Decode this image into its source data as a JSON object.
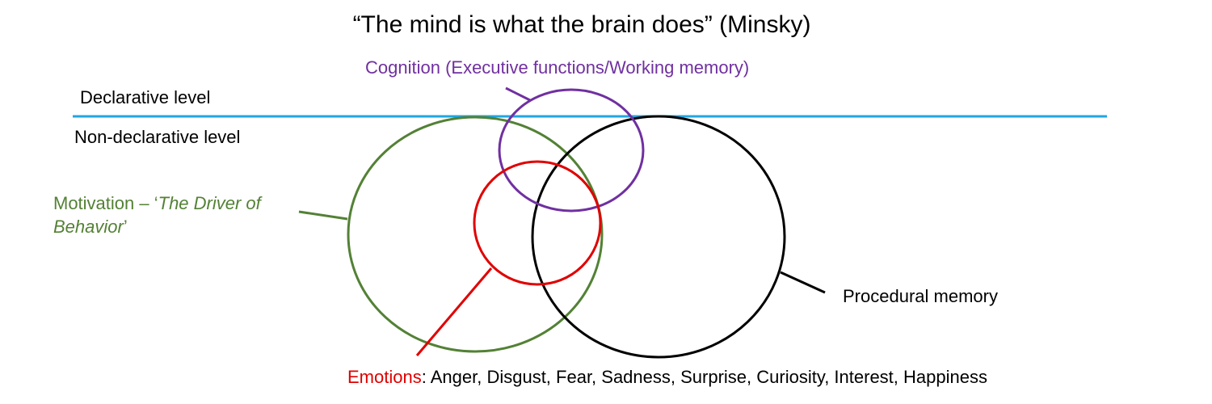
{
  "title": "“The mind is what the brain does” (Minsky)",
  "levels": {
    "declarative": "Declarative level",
    "non_declarative": "Non-declarative level"
  },
  "cognition": {
    "label": "Cognition (Executive functions/Working memory)",
    "color": "#7030a0"
  },
  "motivation": {
    "prefix": "Motivation – ‘",
    "italic": "The Driver of Behavior",
    "suffix": "’",
    "color": "#538135"
  },
  "emotions": {
    "label": "Emotions",
    "list": ": Anger, Disgust, Fear, Sadness, Surprise, Curiosity, Interest, Happiness",
    "color": "#e00000"
  },
  "procedural": {
    "label": "Procedural memory",
    "color": "#000000"
  },
  "divider_color": "#1ea7e1"
}
